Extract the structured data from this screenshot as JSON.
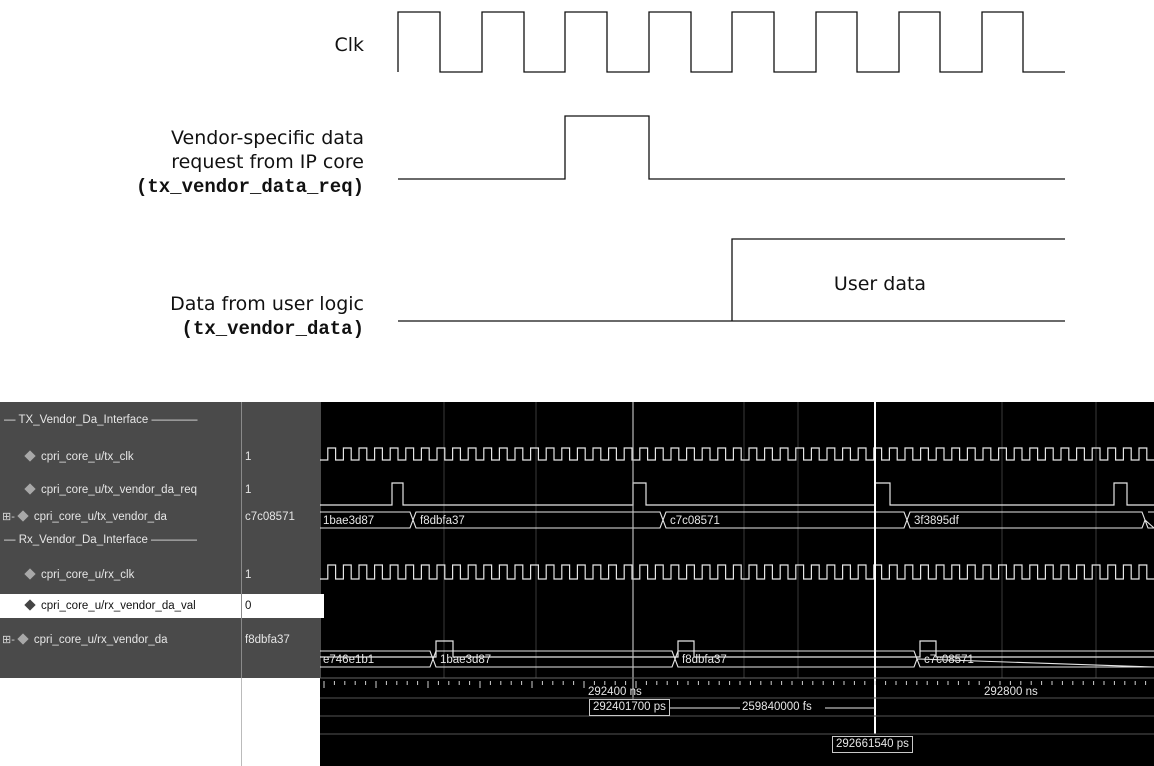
{
  "timing": {
    "clk_label": "Clk",
    "req_label_line1": "Vendor-specific data",
    "req_label_line2": "request from IP core",
    "req_signal": "tx_vendor_data_req",
    "data_label_line1": "Data from user logic",
    "data_signal": "tx_vendor_data",
    "user_data_label": "User data"
  },
  "wave": {
    "rows": [
      {
        "type": "group",
        "name": "TX_Vendor_Da_Interface",
        "value": ""
      },
      {
        "type": "signal",
        "name": "cpri_core_u/tx_clk",
        "value": "1"
      },
      {
        "type": "signal",
        "name": "cpri_core_u/tx_vendor_da_req",
        "value": "1"
      },
      {
        "type": "bus",
        "name": "cpri_core_u/tx_vendor_da",
        "value": "c7c08571"
      },
      {
        "type": "group",
        "name": "Rx_Vendor_Da_Interface",
        "value": ""
      },
      {
        "type": "signal",
        "name": "cpri_core_u/rx_clk",
        "value": "1"
      },
      {
        "type": "signal",
        "name": "cpri_core_u/rx_vendor_da_val",
        "value": "0",
        "selected": true
      },
      {
        "type": "bus",
        "name": "cpri_core_u/rx_vendor_da",
        "value": "f8dbfa37"
      }
    ],
    "tx_bus_values": [
      "1bae3d87",
      "f8dbfa37",
      "c7c08571",
      "3f3895df"
    ],
    "rx_bus_values": [
      "e746e1b1",
      "1bae3d87",
      "f8dbfa37",
      "c7c08571"
    ],
    "time_ticks": [
      "292400 ns",
      "292800 ns"
    ],
    "cursor1": "292401700 ps",
    "delta": "259840000 fs",
    "cursor2": "292661540 ps"
  },
  "colors": {
    "waveform_bg": "#000000",
    "signal_line": "#e6e6e6",
    "panel_bg": "#4a4a4a"
  }
}
